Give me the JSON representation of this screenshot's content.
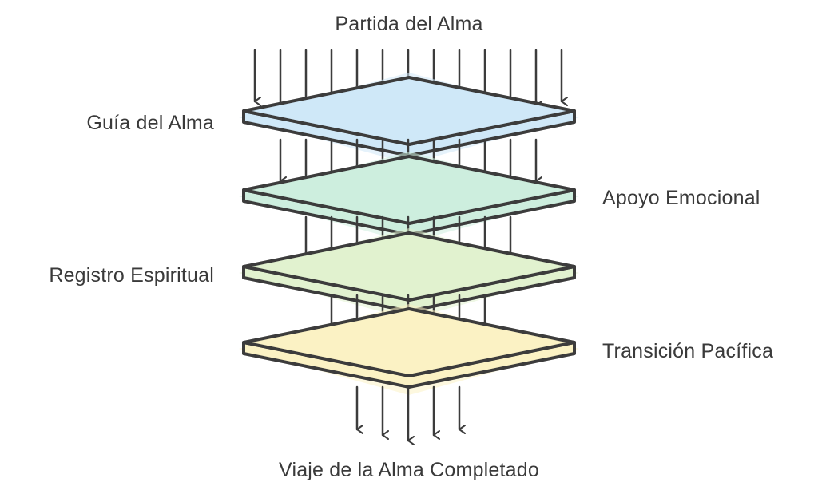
{
  "diagram": {
    "top_label": "Partida del Alma",
    "bottom_label": "Viaje de la Alma Completado",
    "layers": [
      {
        "label": "Guía del Alma",
        "side": "left",
        "fill": "#cfe8f8"
      },
      {
        "label": "Apoyo Emocional",
        "side": "right",
        "fill": "#cdeede"
      },
      {
        "label": "Registro Espiritual",
        "side": "left",
        "fill": "#e1f2cf"
      },
      {
        "label": "Transición Pacífica",
        "side": "right",
        "fill": "#fbf2c4"
      }
    ],
    "colors": {
      "stroke": "#3c3c3c",
      "text": "#3a3a3a"
    }
  }
}
